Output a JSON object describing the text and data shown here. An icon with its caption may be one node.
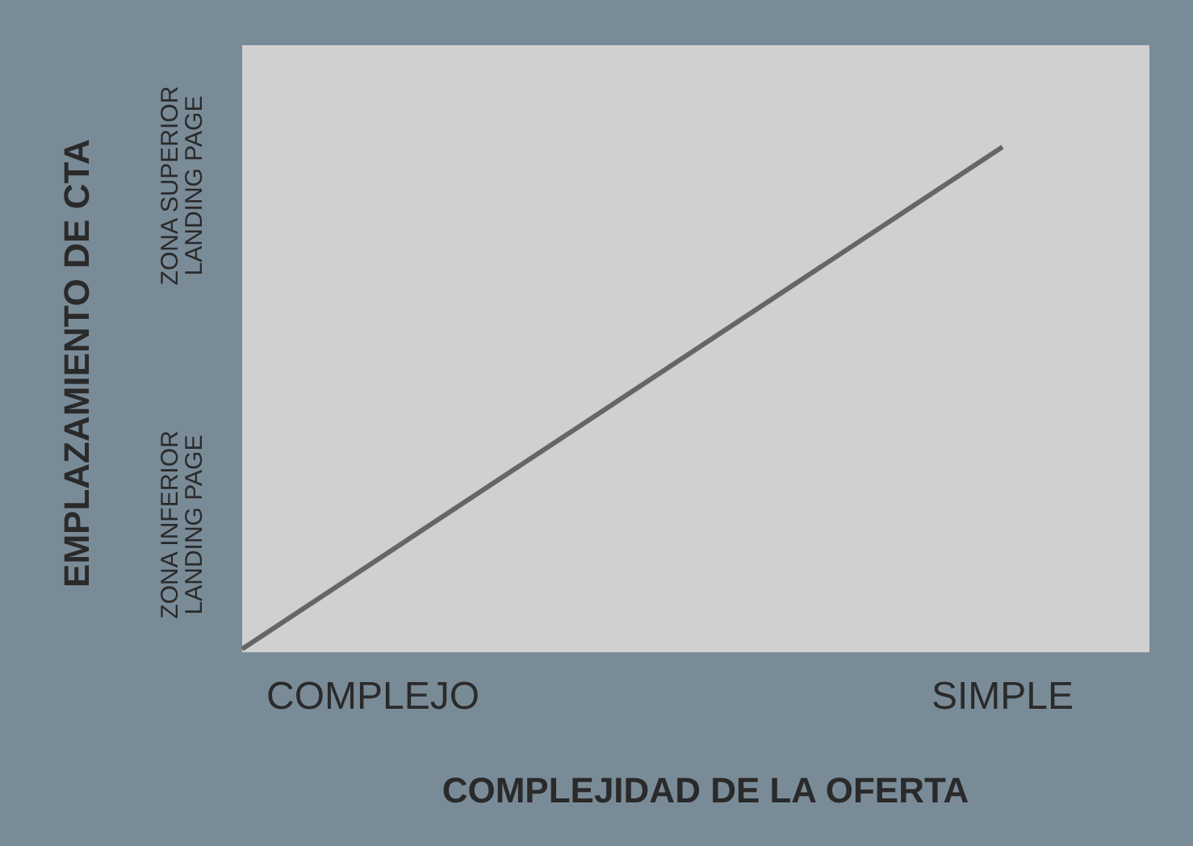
{
  "diagram": {
    "labels": [
      "EMPLAZAMIENTO DE CTA",
      "ZONA SUPERIOR LANDING PAGE",
      "ZONA INFERIOR LANDING PAGE",
      "COMPLEJO",
      "SIMPLE",
      "COMPLEJIDAD DE LA OFERTA"
    ]
  }
}
